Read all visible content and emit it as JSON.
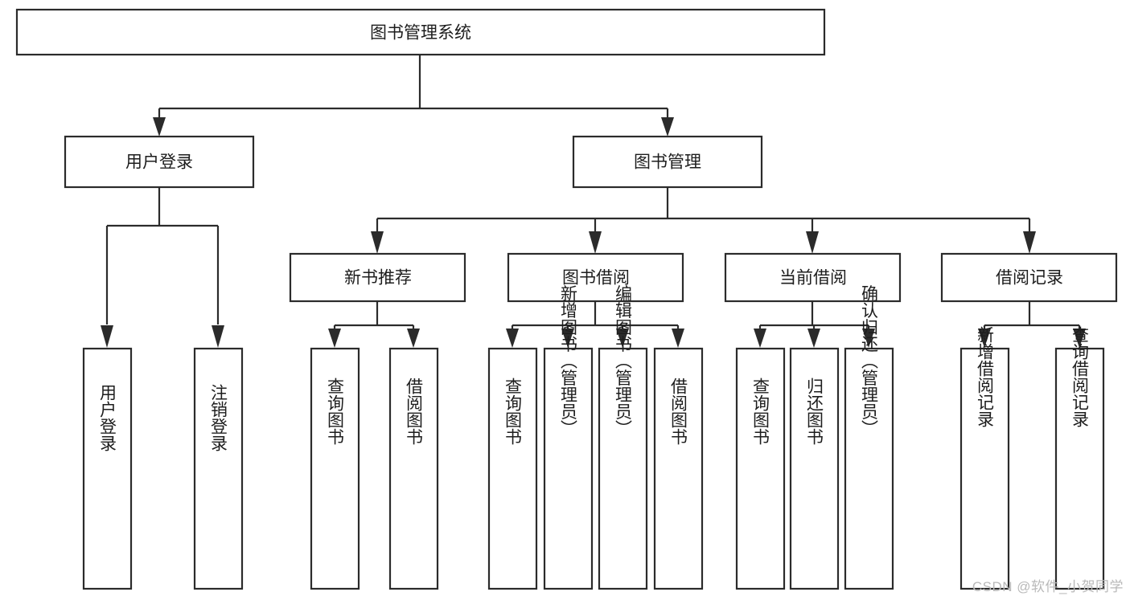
{
  "diagram": {
    "type": "tree",
    "title": "图书管理系统",
    "orientation": "top-down",
    "colors": {
      "box_stroke": "#2b2b2b",
      "box_fill": "#ffffff",
      "text": "#1d1d1d",
      "background": "#ffffff",
      "watermark": "#b9b9b9"
    },
    "root": {
      "label": "图书管理系统",
      "level": 0
    },
    "level1": [
      {
        "label": "用户登录"
      },
      {
        "label": "图书管理"
      }
    ],
    "level2": [
      {
        "label": "新书推荐"
      },
      {
        "label": "图书借阅"
      },
      {
        "label": "当前借阅"
      },
      {
        "label": "借阅记录"
      }
    ],
    "leaves": {
      "user_login": [
        {
          "label": "用户登录"
        },
        {
          "label": "注销登录"
        }
      ],
      "new_book_recommend": [
        {
          "label": "查询图书"
        },
        {
          "label": "借阅图书"
        }
      ],
      "book_borrow": [
        {
          "label": "查询图书"
        },
        {
          "label": "新增图书（管理员）"
        },
        {
          "label": "编辑图书（管理员）"
        },
        {
          "label": "借阅图书"
        }
      ],
      "current_borrow": [
        {
          "label": "查询图书"
        },
        {
          "label": "归还图书"
        },
        {
          "label": "确认归还（管理员）"
        }
      ],
      "borrow_record": [
        {
          "label": "新增借阅记录"
        },
        {
          "label": "查询借阅记录"
        }
      ]
    }
  },
  "watermark": {
    "text": "CSDN @软件_小贺同学"
  }
}
